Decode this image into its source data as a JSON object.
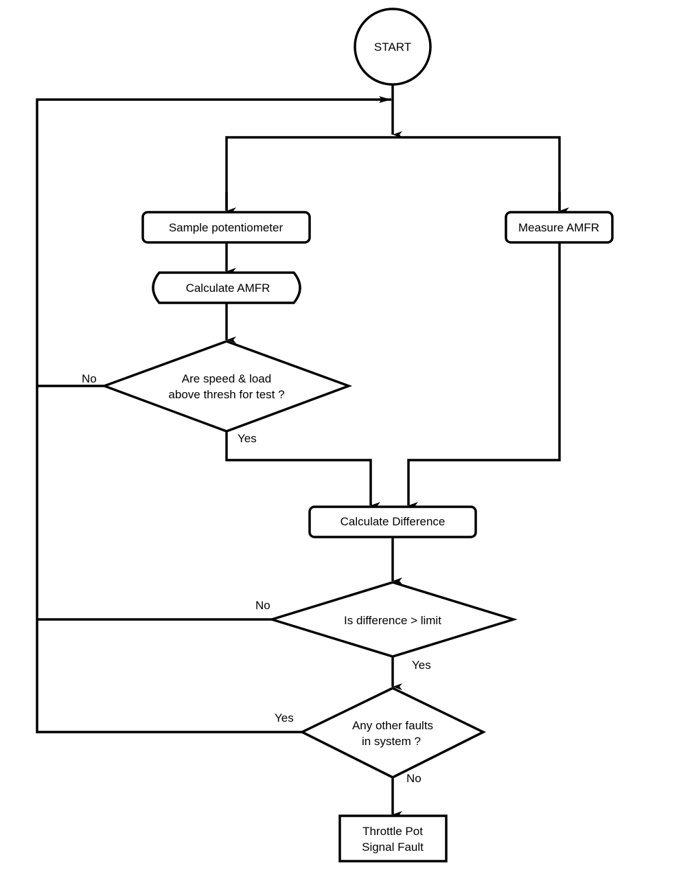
{
  "colors": {
    "stroke": "#000000",
    "background": "#ffffff"
  },
  "nodes": {
    "start": "START",
    "sample": "Sample potentiometer",
    "measure": "Measure AMFR",
    "calc_amfr": "Calculate AMFR",
    "decision_speed": [
      "Are speed & load",
      "above thresh for test ?"
    ],
    "calc_diff": "Calculate Difference",
    "decision_diff": "Is difference > limit",
    "decision_faults": [
      "Any other faults",
      "in system ?"
    ],
    "fault": [
      "Throttle Pot",
      "Signal Fault"
    ]
  },
  "labels": {
    "speed_no": "No",
    "speed_yes": "Yes",
    "diff_no": "No",
    "diff_yes": "Yes",
    "faults_yes": "Yes",
    "faults_no": "No"
  }
}
